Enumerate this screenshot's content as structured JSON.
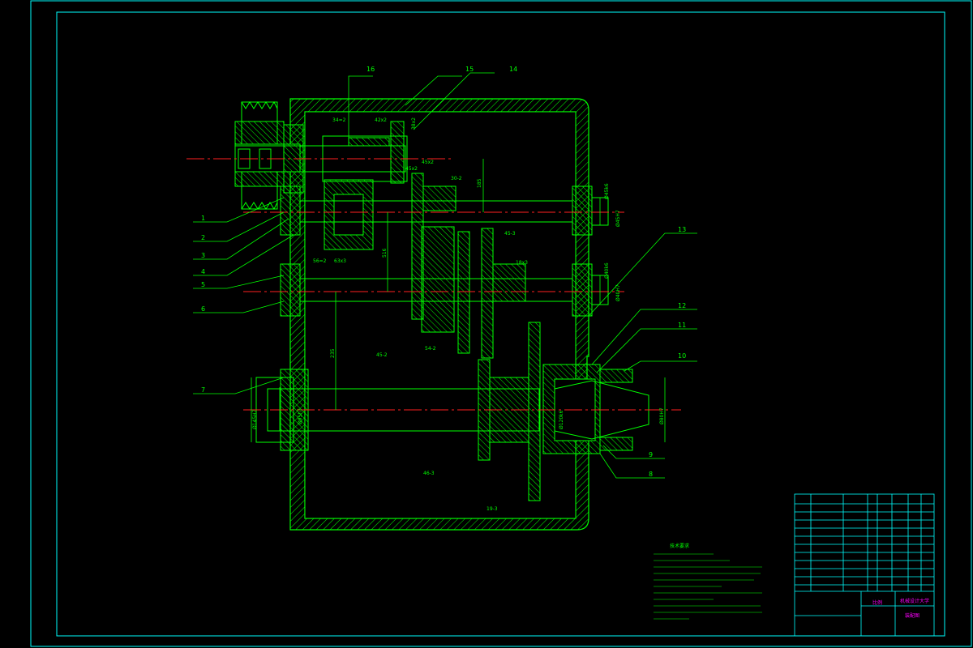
{
  "drawing": {
    "colors": {
      "background": "#000000",
      "frame": "#00ffff",
      "geometry": "#00ff00",
      "centerline": "#ff2020",
      "dimension": "#00ff00",
      "highlight": "#ff00ff",
      "white": "#ffffff"
    },
    "part_numbers": {
      "p1": "1",
      "p2": "2",
      "p3": "3",
      "p4": "4",
      "p5": "5",
      "p6": "6",
      "p7": "7",
      "p8": "8",
      "p9": "9",
      "p10": "10",
      "p11": "11",
      "p12": "12",
      "p13": "13",
      "p14": "14",
      "p15": "15",
      "p16": "16"
    },
    "dimensions": {
      "d1": "34=2",
      "d2": "42x2",
      "d3": "38x2",
      "d4": "185",
      "d5": "45x2",
      "d6": "45x2",
      "d7": "30-2",
      "d8": "45-3",
      "d9": "18x3",
      "d10": "516",
      "d11": "235",
      "d12": "45-2",
      "d13": "54-2",
      "d14": "46-3",
      "d15": "19-3",
      "d16": "56=2",
      "d17": "63x3",
      "d18": "Ø45k6",
      "d19": "Ø45H7",
      "d20": "Ø40k6",
      "d21": "Ø40H7",
      "d22": "Ø145H7",
      "d23": "Ø95h7",
      "d24": "Ø120k6",
      "d25": "Ø80H7"
    },
    "notes": {
      "title": "技术要求"
    },
    "title_block": {
      "school": "机械设计大学",
      "drawing_name": "装配图",
      "scale_label": "比例"
    }
  }
}
